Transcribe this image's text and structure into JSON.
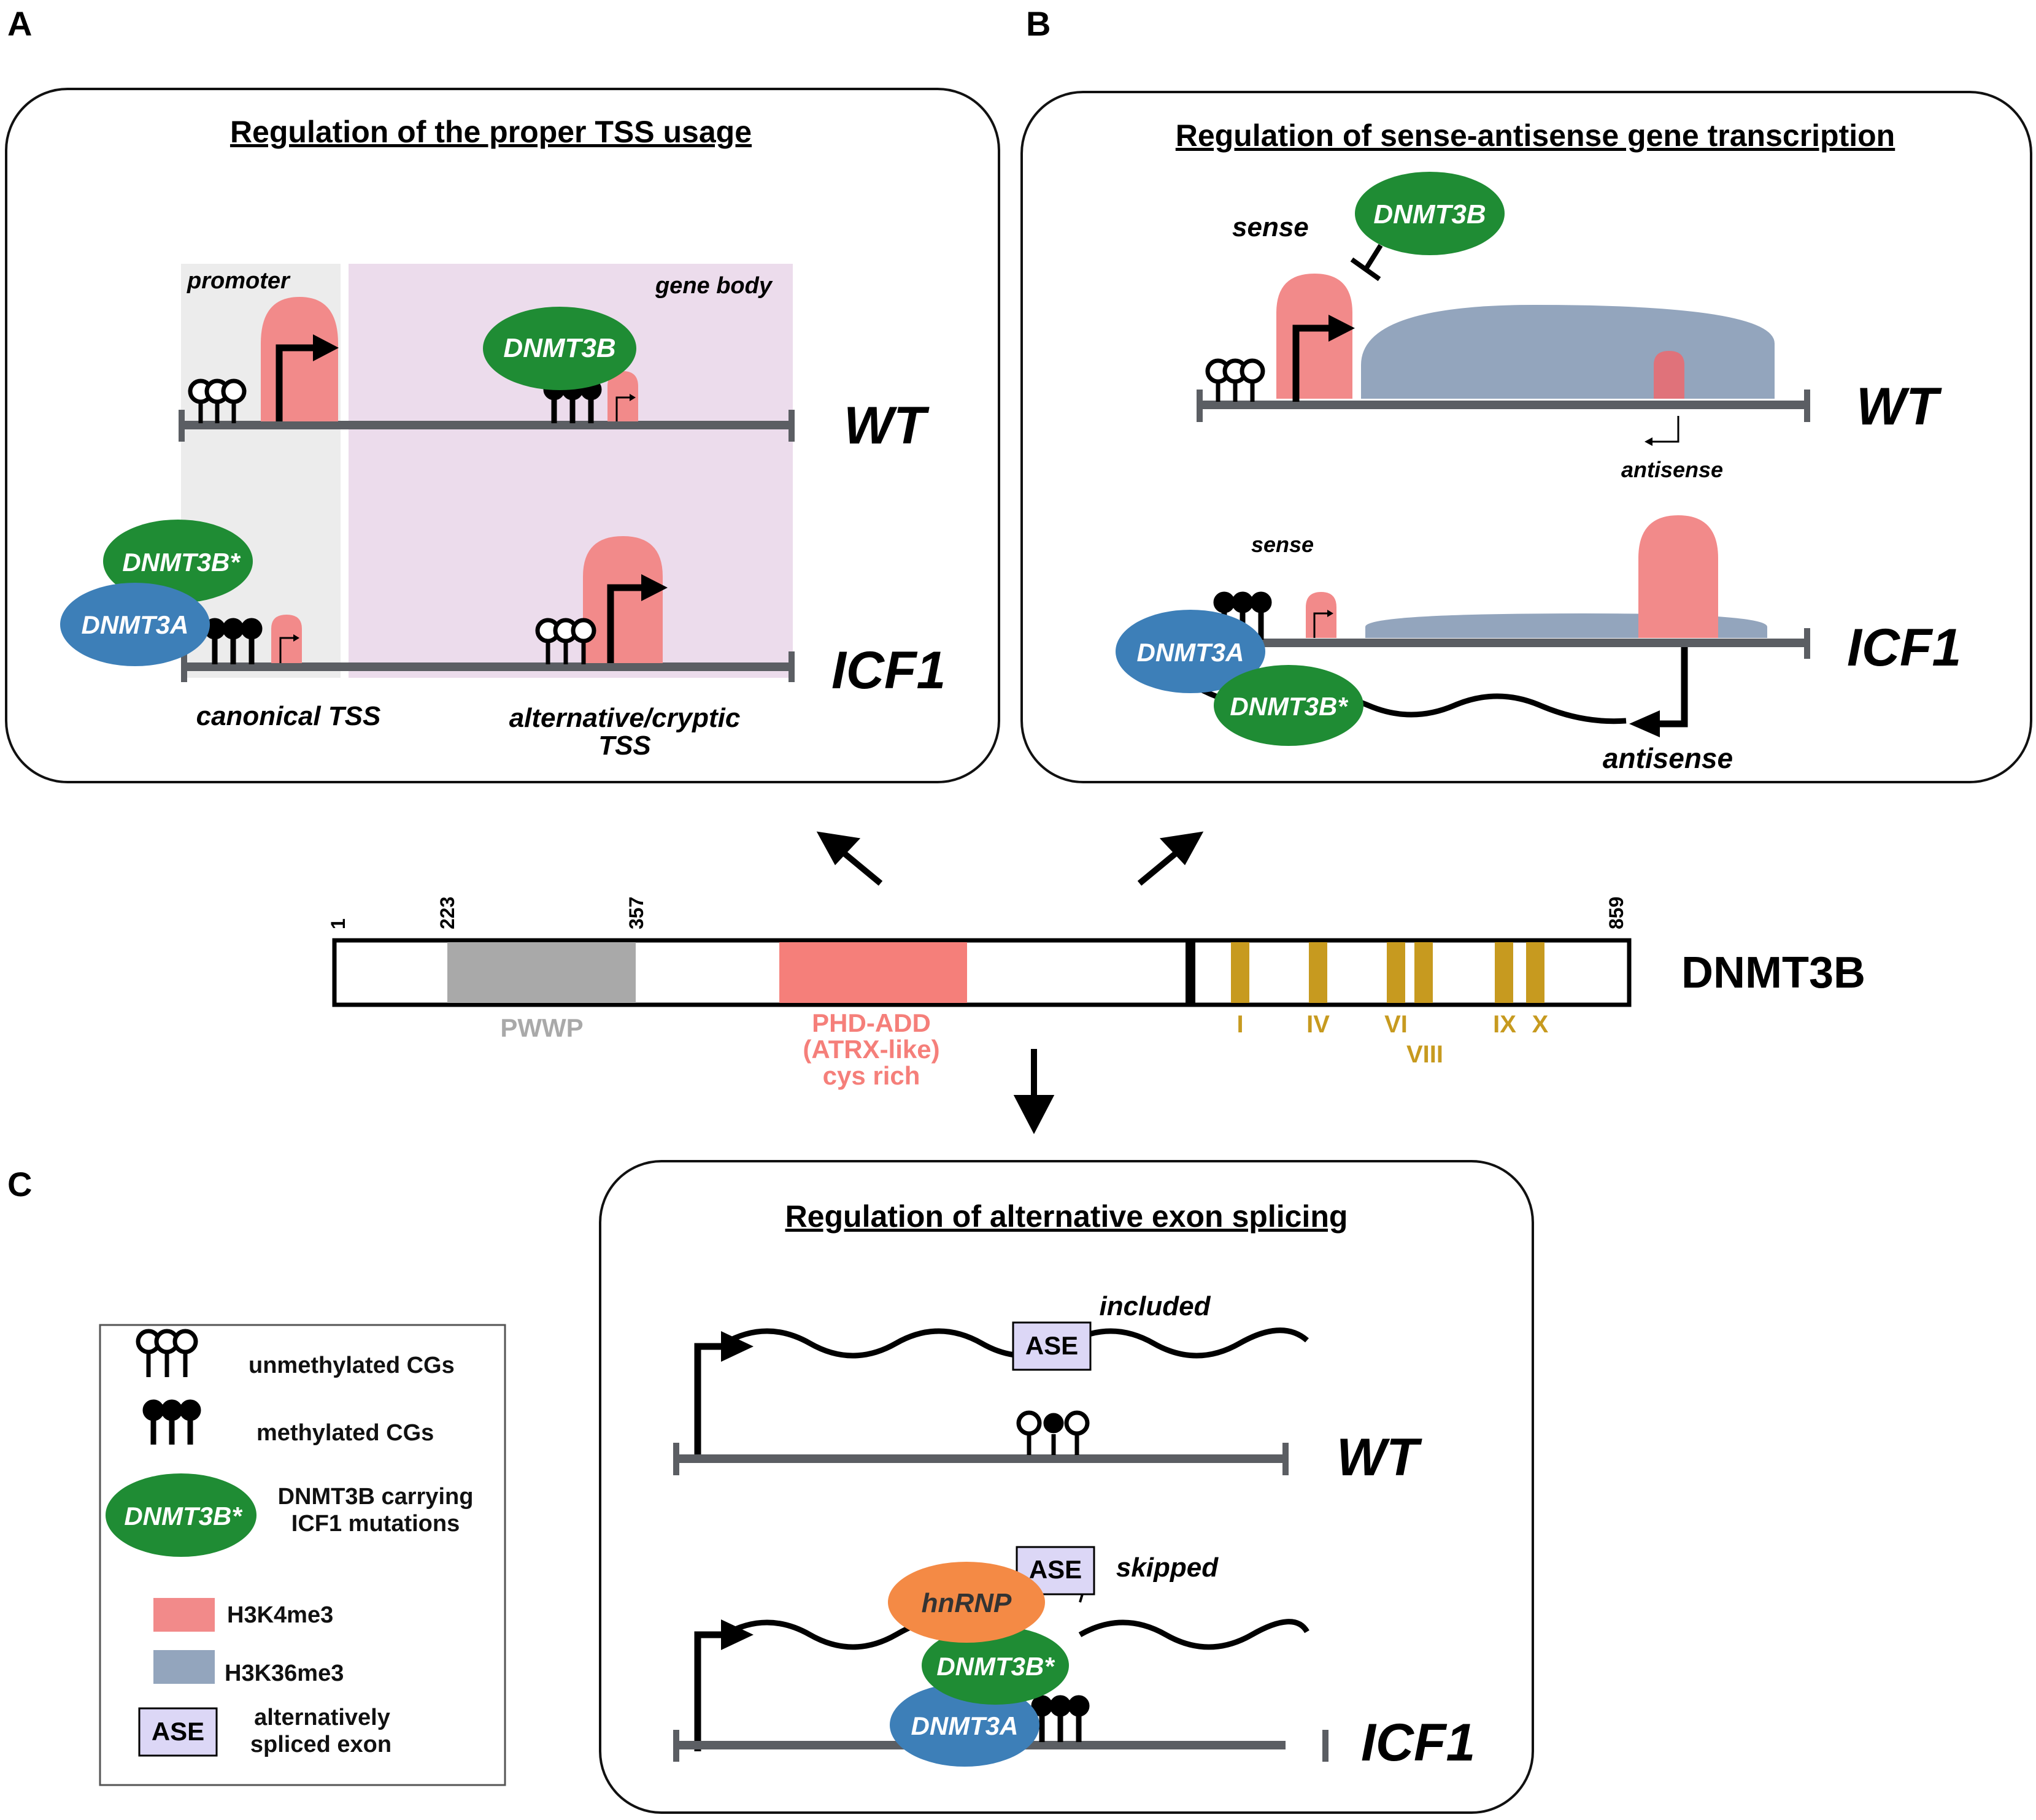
{
  "panels": {
    "a": {
      "letter": "A",
      "title": "Regulation of the proper TSS usage",
      "promoter": "promoter",
      "gene_body": "gene body",
      "wt_enzyme": "DNMT3B",
      "wt_label": "WT",
      "icf_mut_enzyme": "DNMT3B*",
      "icf_enzyme_a": "DNMT3A",
      "icf_label": "ICF1",
      "canonical_tss": "canonical TSS",
      "alt_tss_line1": "alternative/cryptic",
      "alt_tss_line2": "TSS"
    },
    "b": {
      "letter": "B",
      "title": "Regulation of sense-antisense gene transcription",
      "wt_sense": "sense",
      "wt_enzyme": "DNMT3B",
      "wt_label": "WT",
      "wt_antisense": "antisense",
      "icf_sense": "sense",
      "icf_enzyme_a": "DNMT3A",
      "icf_mut_enzyme": "DNMT3B*",
      "icf_label": "ICF1",
      "icf_antisense": "antisense"
    },
    "c": {
      "letter": "C",
      "title": "Regulation of alternative exon splicing",
      "included": "included",
      "ase_wt": "ASE",
      "wt_label": "WT",
      "ase_icf": "ASE",
      "skipped": "skipped",
      "hnrnp": "hnRNP",
      "icf_mut_enzyme": "DNMT3B*",
      "icf_enzyme_a": "DNMT3A",
      "icf_label": "ICF1"
    }
  },
  "protein": {
    "name": "DNMT3B",
    "pos_1": "1",
    "pos_223": "223",
    "pos_357": "357",
    "pos_859": "859",
    "pwwp": "PWWP",
    "phd_line1": "PHD-ADD",
    "phd_line2": "(ATRX-like)",
    "phd_line3": "cys rich",
    "motifs": [
      "I",
      "IV",
      "VI",
      "VIII",
      "IX",
      "X"
    ]
  },
  "legend": {
    "unmethylated": "unmethylated CGs",
    "methylated": "methylated CGs",
    "mut_enzyme": "DNMT3B*",
    "mut_line1": "DNMT3B carrying",
    "mut_line2": "ICF1 mutations",
    "h3k4": "H3K4me3",
    "h3k36": "H3K36me3",
    "ase": "ASE",
    "ase_line1": "alternatively",
    "ase_line2": "spliced exon"
  },
  "colors": {
    "h3k4me3": "#f28a8a",
    "h3k36me3": "#93a5bd",
    "dnmt3b": "#1f8c34",
    "dnmt3a": "#3d7fb8",
    "hnrnp": "#f48a45",
    "ase_box": "#dcd7f6",
    "pwwp": "#a9a9a9",
    "phd": "#f57f7a",
    "motif": "#c79a1f",
    "promoter_bg": "#ececec",
    "gene_body_bg": "#ecdcec",
    "gene_line": "#5b5e63"
  }
}
